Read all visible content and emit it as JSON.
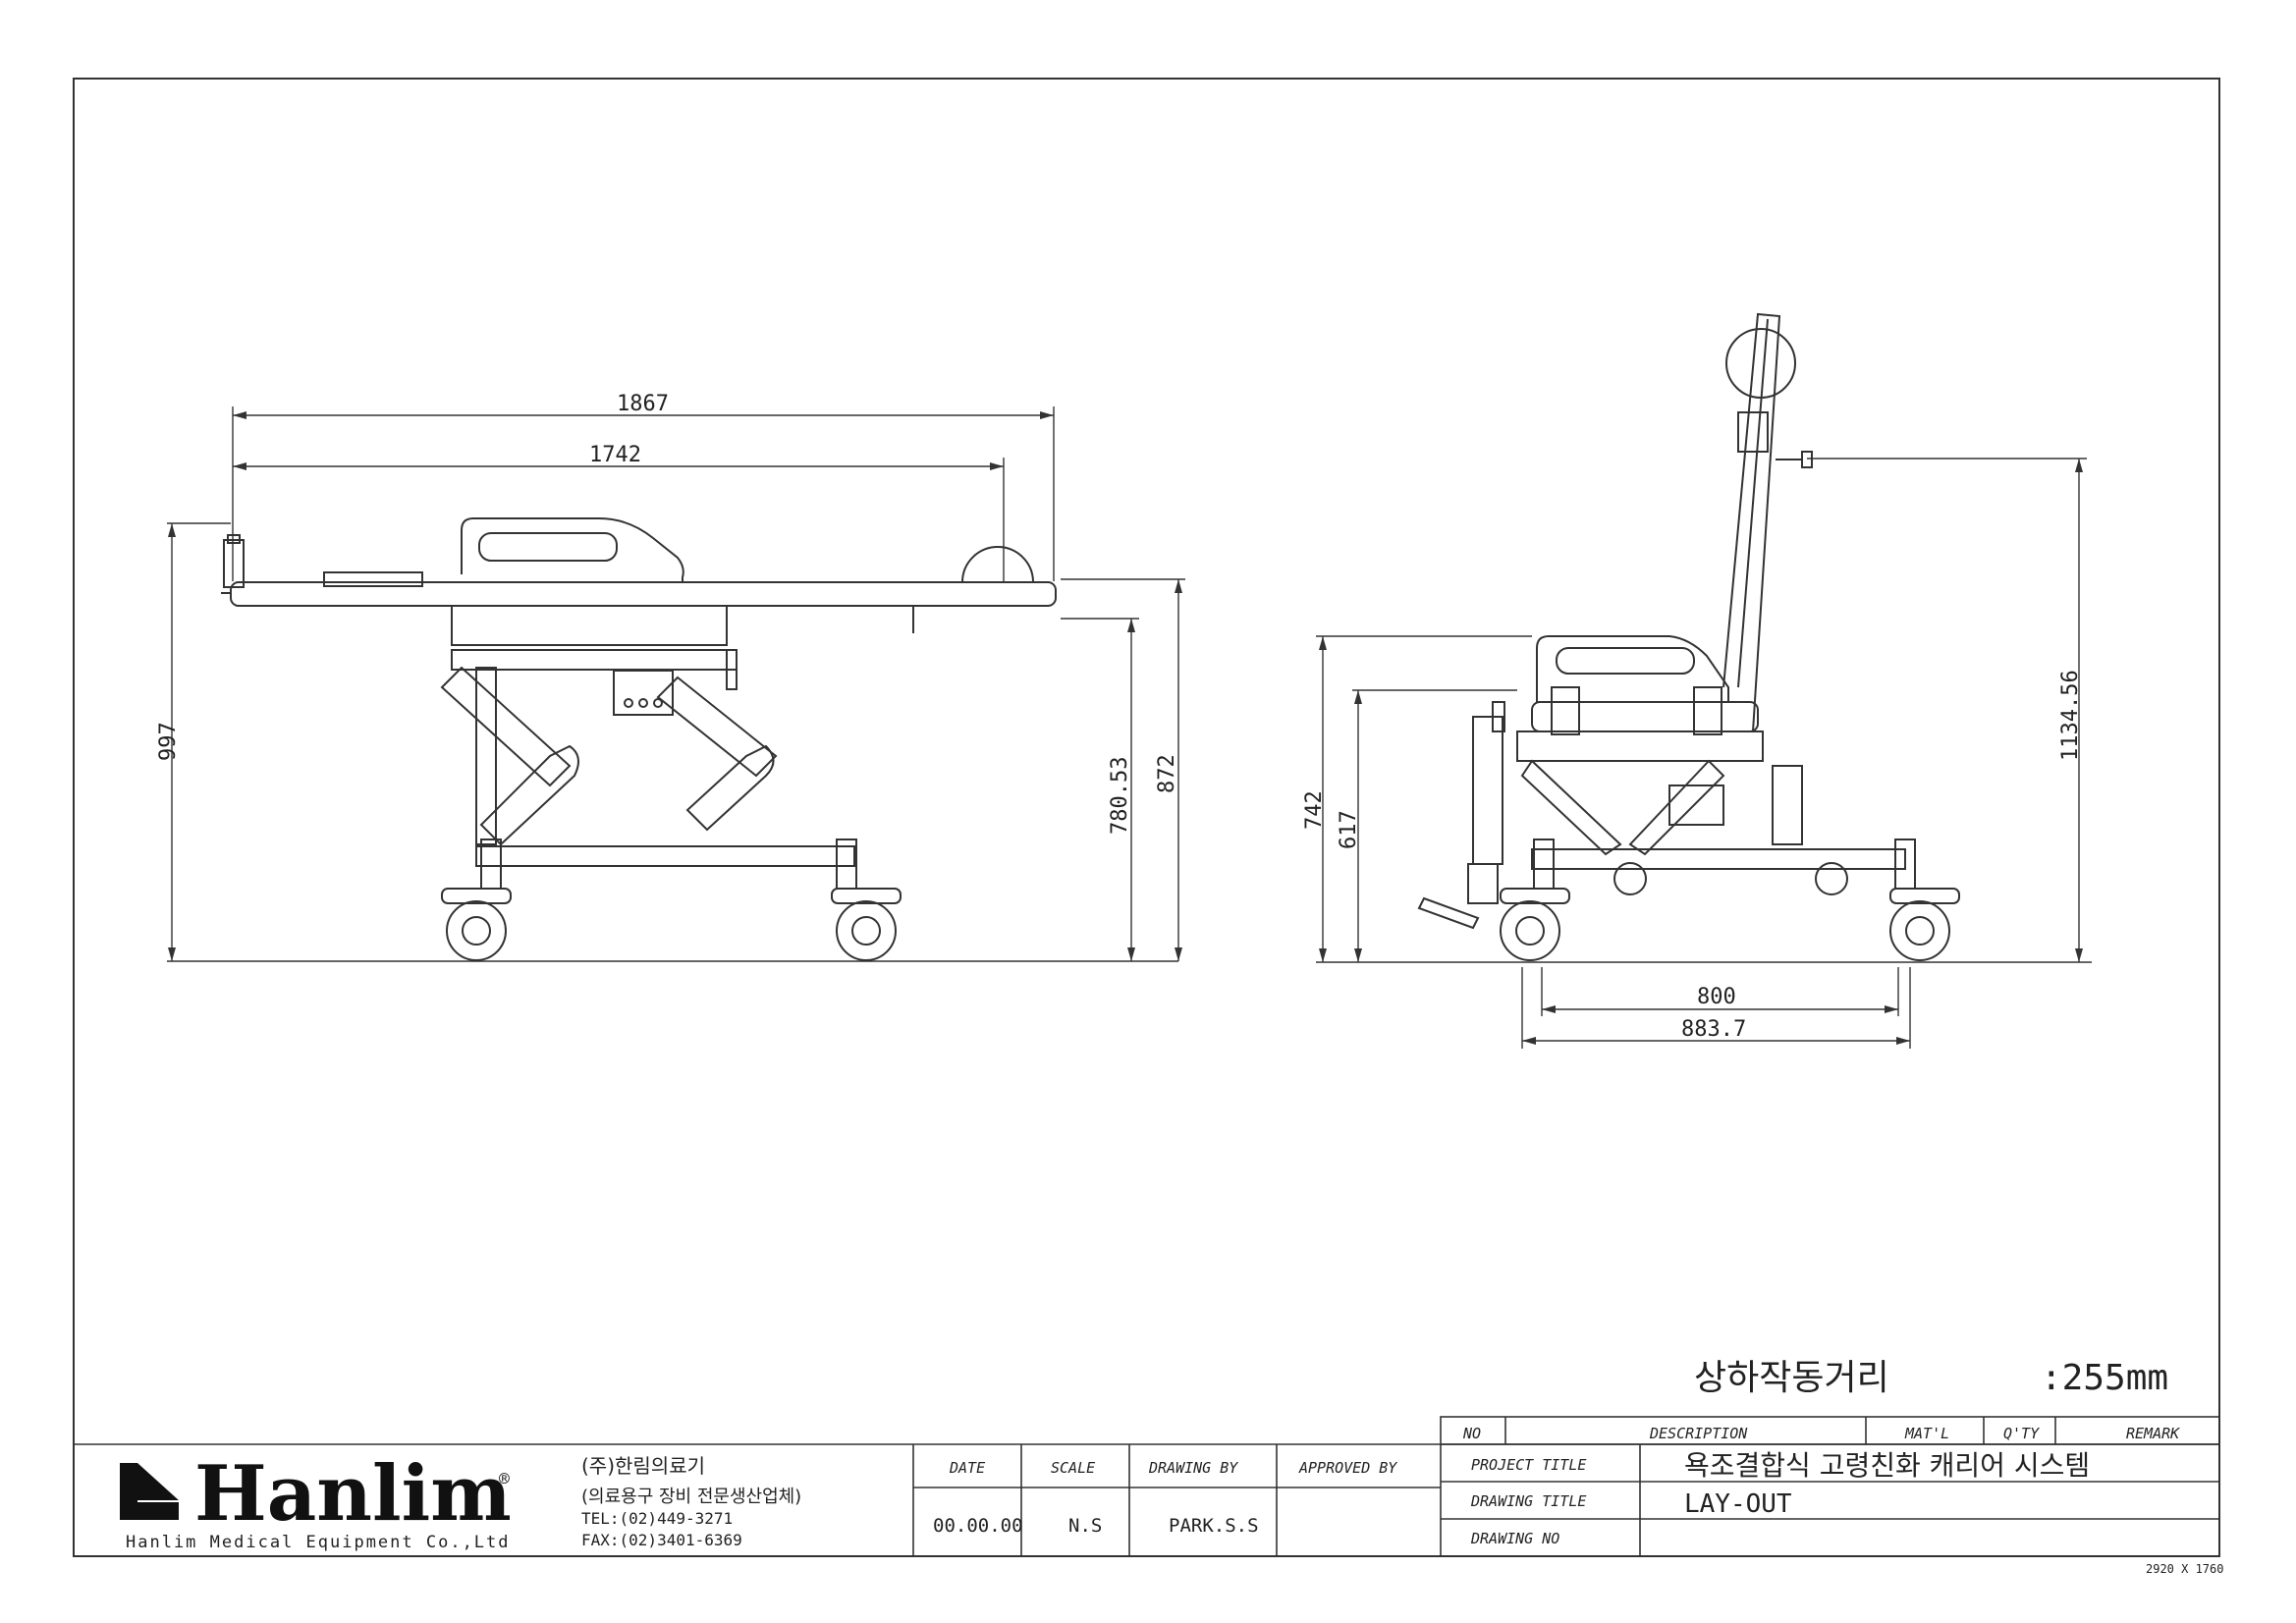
{
  "dimensions": {
    "overall_length": "1867",
    "deck_length": "1742",
    "left_height": "997",
    "left_deck_height": "780.53",
    "left_top_height": "872",
    "seat_height": "742",
    "seat_height_2": "617",
    "back_height": "1134.56",
    "wheelbase": "800",
    "base_length": "883.7"
  },
  "note": {
    "label": "상하작동거리",
    "value": ":255mm"
  },
  "company": {
    "logo_text": "Hanlim",
    "registered_mark": "®",
    "english_name": "Hanlim Medical Equipment Co.,Ltd",
    "korean_name": "(주)한림의료기",
    "subtitle": "(의료용구 장비 전문생산업체)",
    "tel": "TEL:(02)449-3271",
    "fax": "FAX:(02)3401-6369"
  },
  "title_block": {
    "date_header": "DATE",
    "scale_header": "SCALE",
    "drawn_by_header": "DRAWING BY",
    "approved_by_header": "APPROVED BY",
    "date_value": "00.00.00",
    "scale_value": "N.S",
    "drawn_by_value": "PARK.S.S",
    "approved_by_value": ""
  },
  "revision_header": {
    "no": "NO",
    "description": "DESCRIPTION",
    "material": "MAT'L",
    "qty": "Q'TY",
    "remark": "REMARK"
  },
  "project": {
    "project_title_label": "PROJECT TITLE",
    "project_title": "욕조결합식 고령친화 캐리어 시스템",
    "drawing_title_label": "DRAWING TITLE",
    "drawing_title": "LAY-OUT",
    "drawing_no_label": "DRAWING NO",
    "drawing_no": ""
  },
  "sheet_size": "2920 X 1760"
}
